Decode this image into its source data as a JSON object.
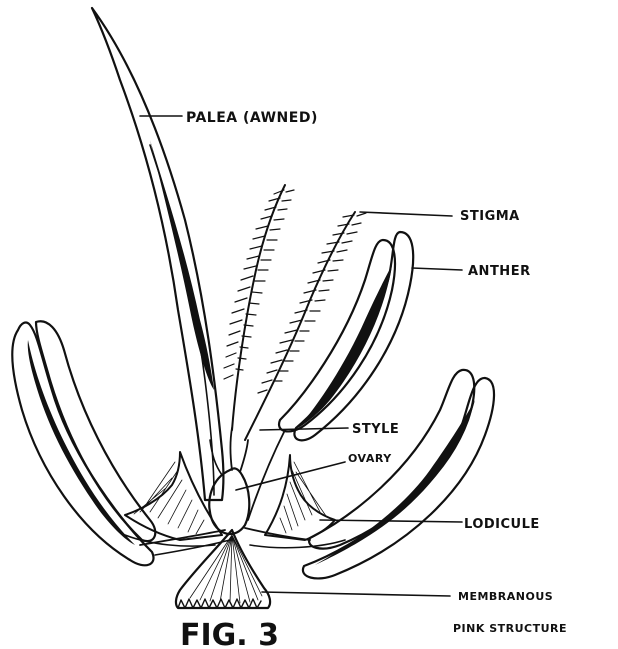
{
  "labels": {
    "palea": "PALEA (AWNED)",
    "stigma": "STIGMA",
    "anther": "ANTHER",
    "style": "STYLE",
    "ovary": "OVARY",
    "lodicule": "LODICULE",
    "membranous_line1": "MEMBRANOUS",
    "membranous_line2": "PINK STRUCTURE"
  },
  "figure_caption": "FIG. 3",
  "colors": {
    "ink": "#111111",
    "paper": "#ffffff"
  }
}
